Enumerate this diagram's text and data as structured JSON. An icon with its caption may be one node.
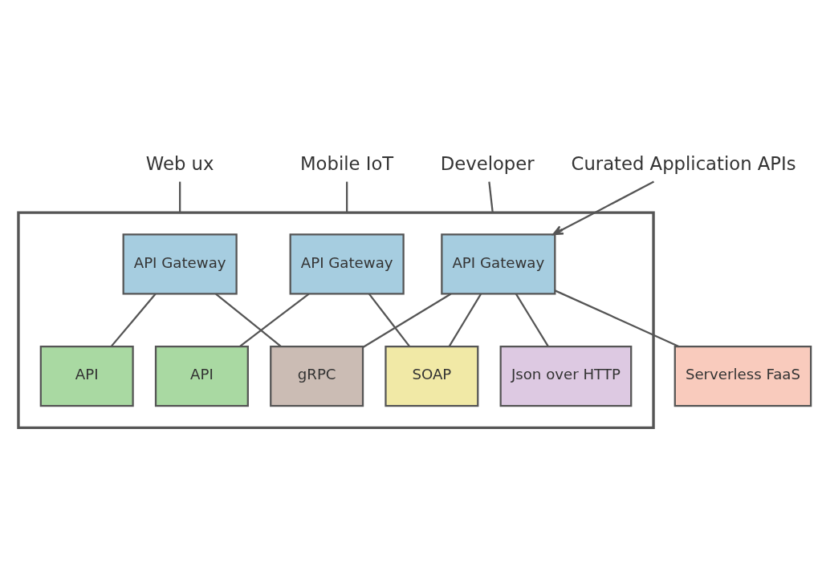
{
  "diagram": {
    "nodes": [
      {
        "text": [
          "Web ux"
        ]
      },
      {
        "text": [
          "Mobile IoT"
        ]
      },
      {
        "text": [
          "Developer"
        ]
      },
      {
        "text": [
          "Curated Application APIs"
        ]
      },
      {
        "text": [],
        "shape": "box"
      },
      {
        "text": [
          "API Gateway"
        ],
        "in": 4
      },
      {
        "text": [
          "API Gateway"
        ],
        "in": 4
      },
      {
        "text": [
          "API Gateway"
        ],
        "in": 4
      },
      {
        "text": [
          "API"
        ],
        "in": 4
      },
      {
        "text": [
          "API"
        ],
        "in": 4
      },
      {
        "text": [
          "gRPC"
        ],
        "in": 4
      },
      {
        "text": [
          "SOAP"
        ],
        "in": 4
      },
      {
        "text": [
          "Json over HTTP"
        ],
        "in": 4
      },
      {
        "text": [
          "Serverless FaaS"
        ]
      }
    ],
    "edges": [
      {
        "from": 0,
        "to": 4,
        "arrow": "none"
      },
      {
        "from": 1,
        "to": 4,
        "arrow": "none"
      },
      {
        "from": 2,
        "to": 4,
        "arrow": "none"
      },
      {
        "from": 3,
        "to": 7,
        "arrow": "to"
      },
      {
        "from": 5,
        "to": 9,
        "arrow": "none"
      },
      {
        "from": 5,
        "to": 10,
        "arrow": "none"
      },
      {
        "from": 6,
        "to": 8,
        "arrow": "none"
      },
      {
        "from": 6,
        "to": 11,
        "arrow": "none"
      },
      {
        "from": 7,
        "to": 10,
        "arrow": "none"
      },
      {
        "from": 7,
        "to": 11,
        "arrow": "none"
      },
      {
        "from": 7,
        "to": 12,
        "arrow": "none"
      },
      {
        "from": 7,
        "to": 13,
        "arrow": "none"
      }
    ]
  }
}
